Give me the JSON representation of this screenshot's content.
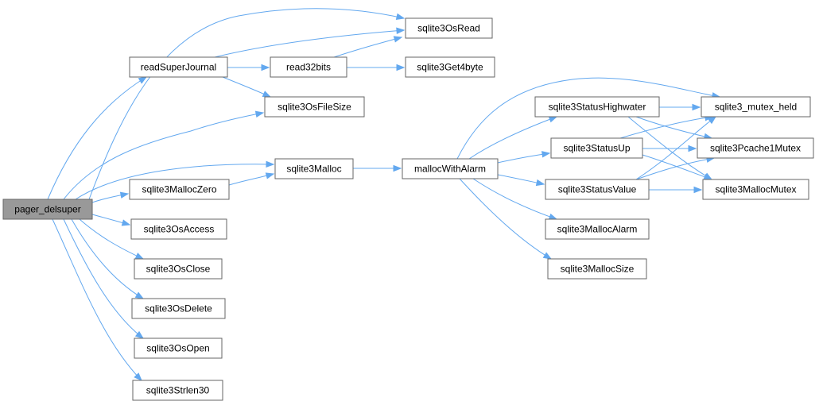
{
  "diagram": {
    "colors": {
      "edge": "#63a8ef",
      "node_border": "#666666",
      "node_fill": "#ffffff",
      "root_fill": "#999999",
      "text": "#000000"
    },
    "nodes": [
      {
        "id": "pager_delsuper",
        "label": "pager_delsuper",
        "root": true
      },
      {
        "id": "sqlite3OsRead",
        "label": "sqlite3OsRead"
      },
      {
        "id": "readSuperJournal",
        "label": "readSuperJournal"
      },
      {
        "id": "read32bits",
        "label": "read32bits"
      },
      {
        "id": "sqlite3Get4byte",
        "label": "sqlite3Get4byte"
      },
      {
        "id": "sqlite3OsFileSize",
        "label": "sqlite3OsFileSize"
      },
      {
        "id": "sqlite3Malloc",
        "label": "sqlite3Malloc"
      },
      {
        "id": "sqlite3MallocZero",
        "label": "sqlite3MallocZero"
      },
      {
        "id": "sqlite3OsAccess",
        "label": "sqlite3OsAccess"
      },
      {
        "id": "sqlite3OsClose",
        "label": "sqlite3OsClose"
      },
      {
        "id": "sqlite3OsDelete",
        "label": "sqlite3OsDelete"
      },
      {
        "id": "sqlite3OsOpen",
        "label": "sqlite3OsOpen"
      },
      {
        "id": "sqlite3Strlen30",
        "label": "sqlite3Strlen30"
      },
      {
        "id": "mallocWithAlarm",
        "label": "mallocWithAlarm"
      },
      {
        "id": "sqlite3StatusHighwater",
        "label": "sqlite3StatusHighwater"
      },
      {
        "id": "sqlite3StatusUp",
        "label": "sqlite3StatusUp"
      },
      {
        "id": "sqlite3StatusValue",
        "label": "sqlite3StatusValue"
      },
      {
        "id": "sqlite3MallocAlarm",
        "label": "sqlite3MallocAlarm"
      },
      {
        "id": "sqlite3MallocSize",
        "label": "sqlite3MallocSize"
      },
      {
        "id": "sqlite3_mutex_held",
        "label": "sqlite3_mutex_held"
      },
      {
        "id": "sqlite3Pcache1Mutex",
        "label": "sqlite3Pcache1Mutex"
      },
      {
        "id": "sqlite3MallocMutex",
        "label": "sqlite3MallocMutex"
      }
    ],
    "edges": [
      {
        "from": "pager_delsuper",
        "to": "sqlite3OsRead"
      },
      {
        "from": "pager_delsuper",
        "to": "readSuperJournal"
      },
      {
        "from": "pager_delsuper",
        "to": "sqlite3OsFileSize"
      },
      {
        "from": "pager_delsuper",
        "to": "sqlite3Malloc"
      },
      {
        "from": "pager_delsuper",
        "to": "sqlite3MallocZero"
      },
      {
        "from": "pager_delsuper",
        "to": "sqlite3OsAccess"
      },
      {
        "from": "pager_delsuper",
        "to": "sqlite3OsClose"
      },
      {
        "from": "pager_delsuper",
        "to": "sqlite3OsDelete"
      },
      {
        "from": "pager_delsuper",
        "to": "sqlite3OsOpen"
      },
      {
        "from": "pager_delsuper",
        "to": "sqlite3Strlen30"
      },
      {
        "from": "readSuperJournal",
        "to": "sqlite3OsRead"
      },
      {
        "from": "readSuperJournal",
        "to": "read32bits"
      },
      {
        "from": "readSuperJournal",
        "to": "sqlite3OsFileSize"
      },
      {
        "from": "read32bits",
        "to": "sqlite3OsRead"
      },
      {
        "from": "read32bits",
        "to": "sqlite3Get4byte"
      },
      {
        "from": "sqlite3MallocZero",
        "to": "sqlite3Malloc"
      },
      {
        "from": "sqlite3Malloc",
        "to": "mallocWithAlarm"
      },
      {
        "from": "mallocWithAlarm",
        "to": "sqlite3_mutex_held"
      },
      {
        "from": "mallocWithAlarm",
        "to": "sqlite3StatusHighwater"
      },
      {
        "from": "mallocWithAlarm",
        "to": "sqlite3StatusUp"
      },
      {
        "from": "mallocWithAlarm",
        "to": "sqlite3StatusValue"
      },
      {
        "from": "mallocWithAlarm",
        "to": "sqlite3MallocAlarm"
      },
      {
        "from": "mallocWithAlarm",
        "to": "sqlite3MallocSize"
      },
      {
        "from": "sqlite3StatusHighwater",
        "to": "sqlite3_mutex_held"
      },
      {
        "from": "sqlite3StatusHighwater",
        "to": "sqlite3Pcache1Mutex"
      },
      {
        "from": "sqlite3StatusHighwater",
        "to": "sqlite3MallocMutex"
      },
      {
        "from": "sqlite3StatusUp",
        "to": "sqlite3_mutex_held"
      },
      {
        "from": "sqlite3StatusUp",
        "to": "sqlite3Pcache1Mutex"
      },
      {
        "from": "sqlite3StatusUp",
        "to": "sqlite3MallocMutex"
      },
      {
        "from": "sqlite3StatusValue",
        "to": "sqlite3_mutex_held"
      },
      {
        "from": "sqlite3StatusValue",
        "to": "sqlite3Pcache1Mutex"
      },
      {
        "from": "sqlite3StatusValue",
        "to": "sqlite3MallocMutex"
      }
    ]
  }
}
